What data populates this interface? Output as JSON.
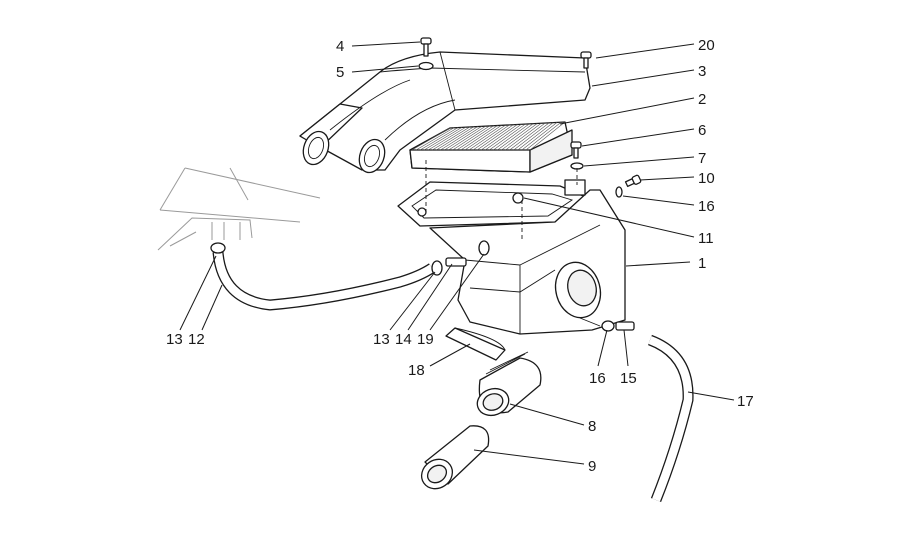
{
  "callouts": {
    "n1": "1",
    "n2": "2",
    "n3": "3",
    "n4": "4",
    "n5": "5",
    "n6": "6",
    "n7": "7",
    "n8": "8",
    "n9": "9",
    "n10": "10",
    "n11": "11",
    "n12": "12",
    "n13a": "13",
    "n13b": "13",
    "n14": "14",
    "n15": "15",
    "n16a": "16",
    "n16b": "16",
    "n17": "17",
    "n18": "18",
    "n19": "19",
    "n20": "20"
  }
}
